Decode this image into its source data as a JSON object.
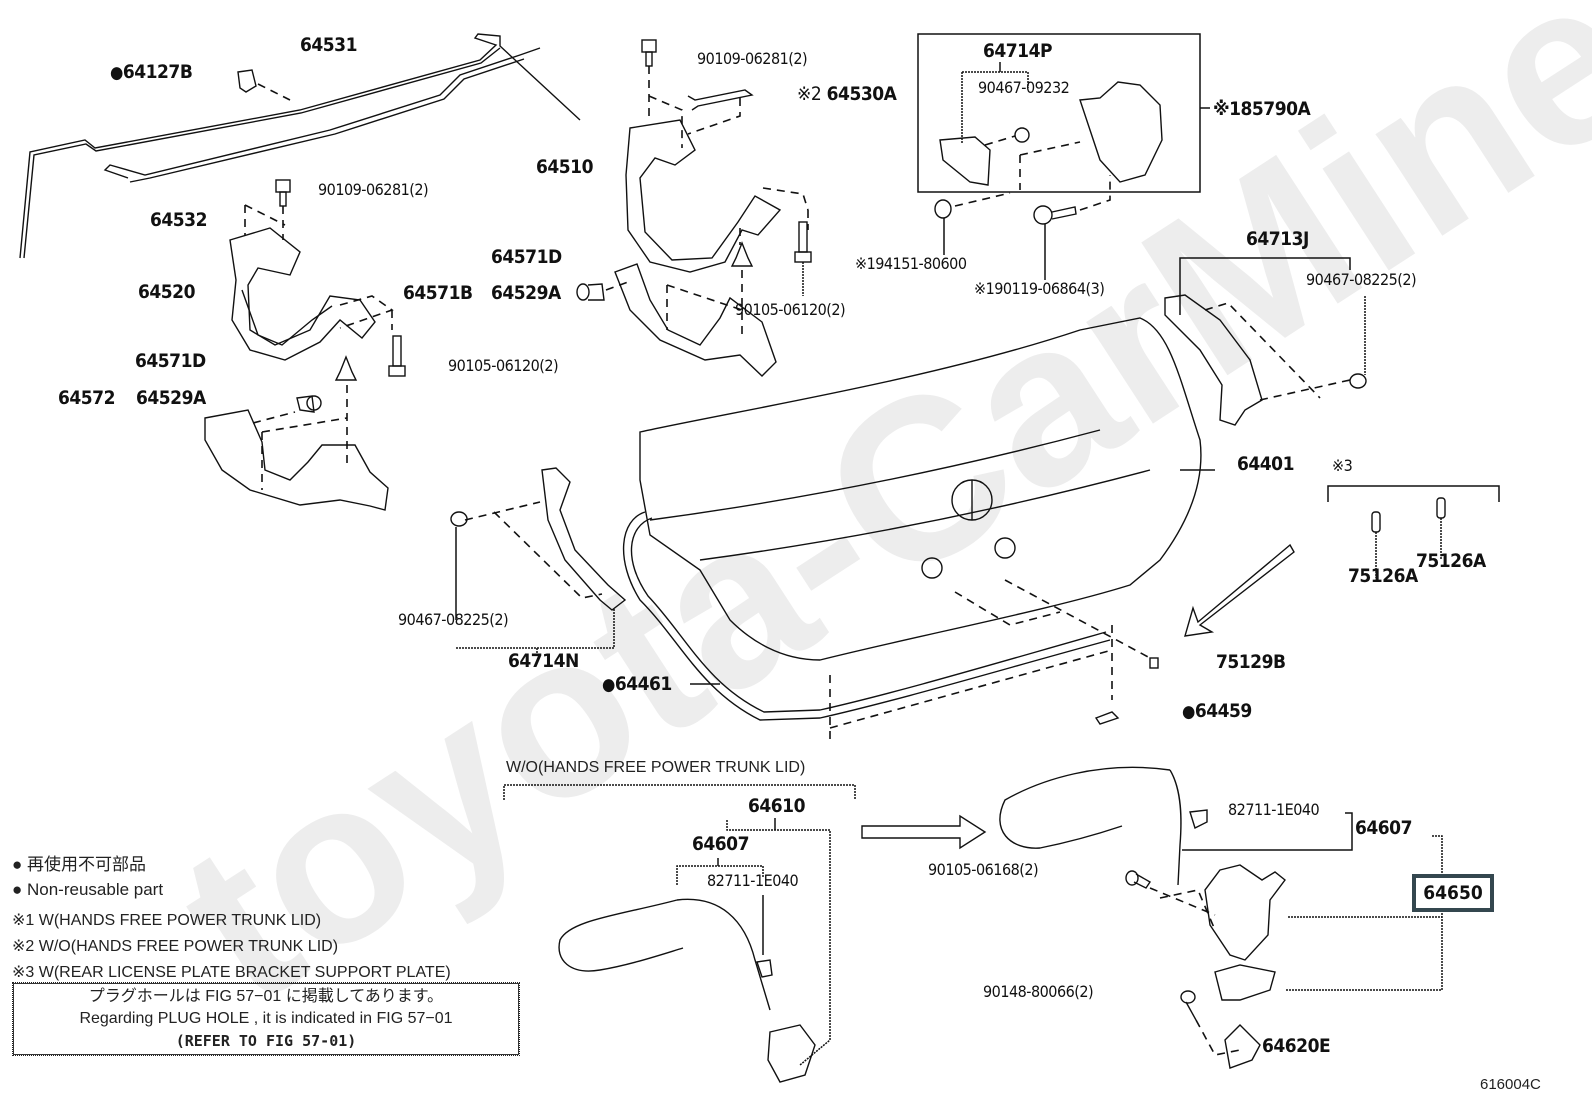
{
  "diagram": {
    "title": "Trunk lid & lock parts diagram",
    "figure_number": "616004C",
    "watermark": "toyota-CarMine.ru",
    "callouts": {
      "c64531": "64531",
      "c64127B": "64127B",
      "c64532": "64532",
      "bolt_90109_a": "90109-06281(2)",
      "c64520": "64520",
      "bolt_90109_b": "90109-06281(2)",
      "c64530A_mark": "※2",
      "c64530A": "64530A",
      "c64510": "64510",
      "c64571D_a": "64571D",
      "c64571B": "64571B",
      "c64529A_a": "64529A",
      "bolt_90105_a": "90105-06120(2)",
      "c64571D_b": "64571D",
      "c64572": "64572",
      "c64529A_b": "64529A",
      "bolt_90105_b": "90105-06120(2)",
      "c64714P": "64714P",
      "clip_90467_09232": "90467-09232",
      "c85790A": "※185790A",
      "nut_194151": "※194151-80600",
      "bolt_190119": "※190119-06864(3)",
      "c64713J": "64713J",
      "clip_90467_right": "90467-08225(2)",
      "c64401": "64401",
      "bracket_note": "※3",
      "c75126A_a": "75126A",
      "c75126A_b": "75126A",
      "clip_90467_left": "90467-08225(2)",
      "c64714N": "64714N",
      "c64461": "64461",
      "c75129B": "75129B",
      "c64459": "64459",
      "wo_hands_free": "W/O(HANDS FREE POWER TRUNK LID)",
      "c64610": "64610",
      "c64607_left": "64607",
      "c82711_left": "82711-1E040",
      "c82711_right": "82711-1E040",
      "c64607_right": "64607",
      "bolt_90105_06168": "90105-06168(2)",
      "c64650": "64650",
      "screw_90148": "90148-80066(2)",
      "c64620E": "64620E"
    },
    "nonreusable_marker": "●",
    "legend": {
      "nonreusable_jp": "● 再使用不可部品",
      "nonreusable_en": "● Non-reusable part",
      "note1": "※1 W(HANDS FREE POWER TRUNK LID)",
      "note2": "※2 W/O(HANDS FREE POWER TRUNK LID)",
      "note3": "※3 W(REAR LICENSE PLATE BRACKET SUPPORT PLATE)"
    },
    "plug_hole_box": {
      "line_jp": "プラグホールは FIG 57−01 に掲載してあります。",
      "line_en": "Regarding  PLUG  HOLE , it is indicated in FIG  57−01",
      "line_ref": "(REFER TO FIG 57-01)"
    },
    "highlighted_part": "64650"
  }
}
